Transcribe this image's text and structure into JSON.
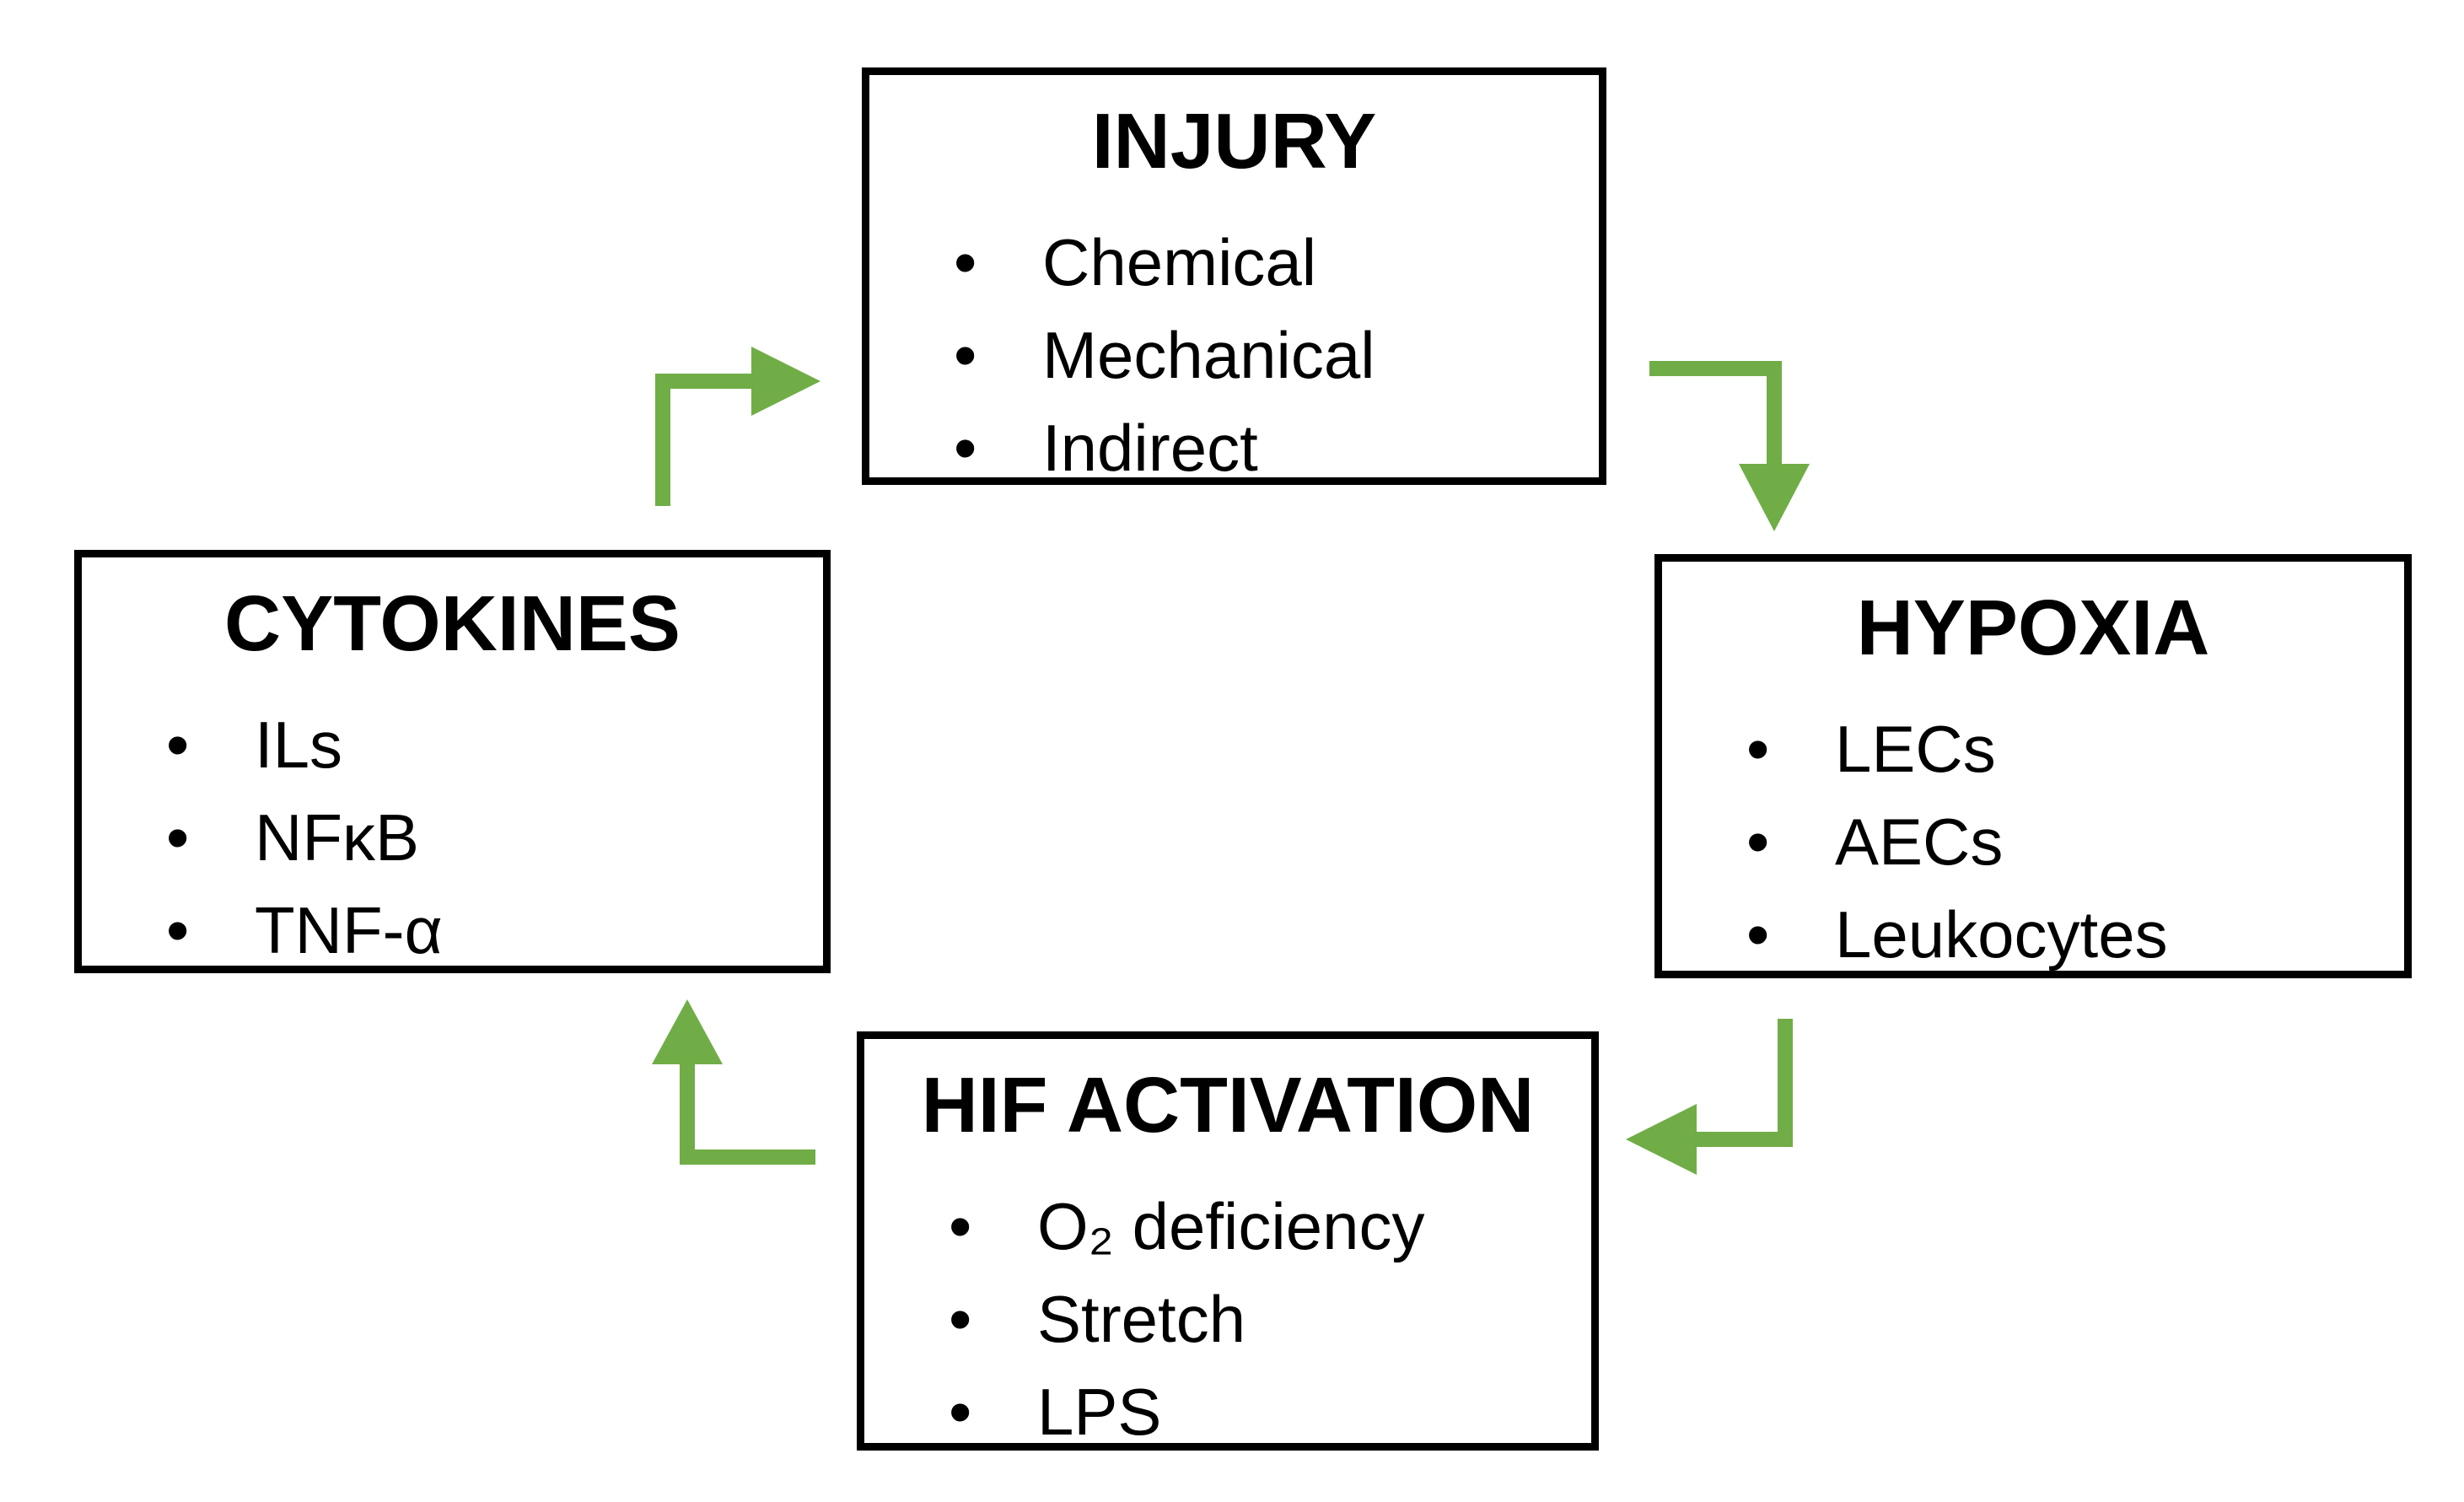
{
  "colors": {
    "background": "#ffffff",
    "box_border": "#000000",
    "text_ink": "#000000",
    "arrow_green": "#70ad47"
  },
  "diagram": {
    "nodes": [
      {
        "id": "injury",
        "title": "INJURY",
        "items": [
          "Chemical",
          "Mechanical",
          "Indirect"
        ]
      },
      {
        "id": "hypoxia",
        "title": "HYPOXIA",
        "items": [
          "LECs",
          "AECs",
          "Leukocytes"
        ]
      },
      {
        "id": "hif_activation",
        "title": "HIF ACTIVATION",
        "items": [
          "O₂ deficiency",
          "Stretch",
          "LPS"
        ]
      },
      {
        "id": "cytokines",
        "title": "CYTOKINES",
        "items": [
          "ILs",
          "NFκB",
          "TNF-α"
        ]
      }
    ],
    "edges": [
      {
        "from": "INJURY",
        "to": "HYPOXIA"
      },
      {
        "from": "HYPOXIA",
        "to": "HIF ACTIVATION"
      },
      {
        "from": "HIF ACTIVATION",
        "to": "CYTOKINES"
      },
      {
        "from": "CYTOKINES",
        "to": "INJURY"
      }
    ],
    "bullet_glyph": "•"
  }
}
